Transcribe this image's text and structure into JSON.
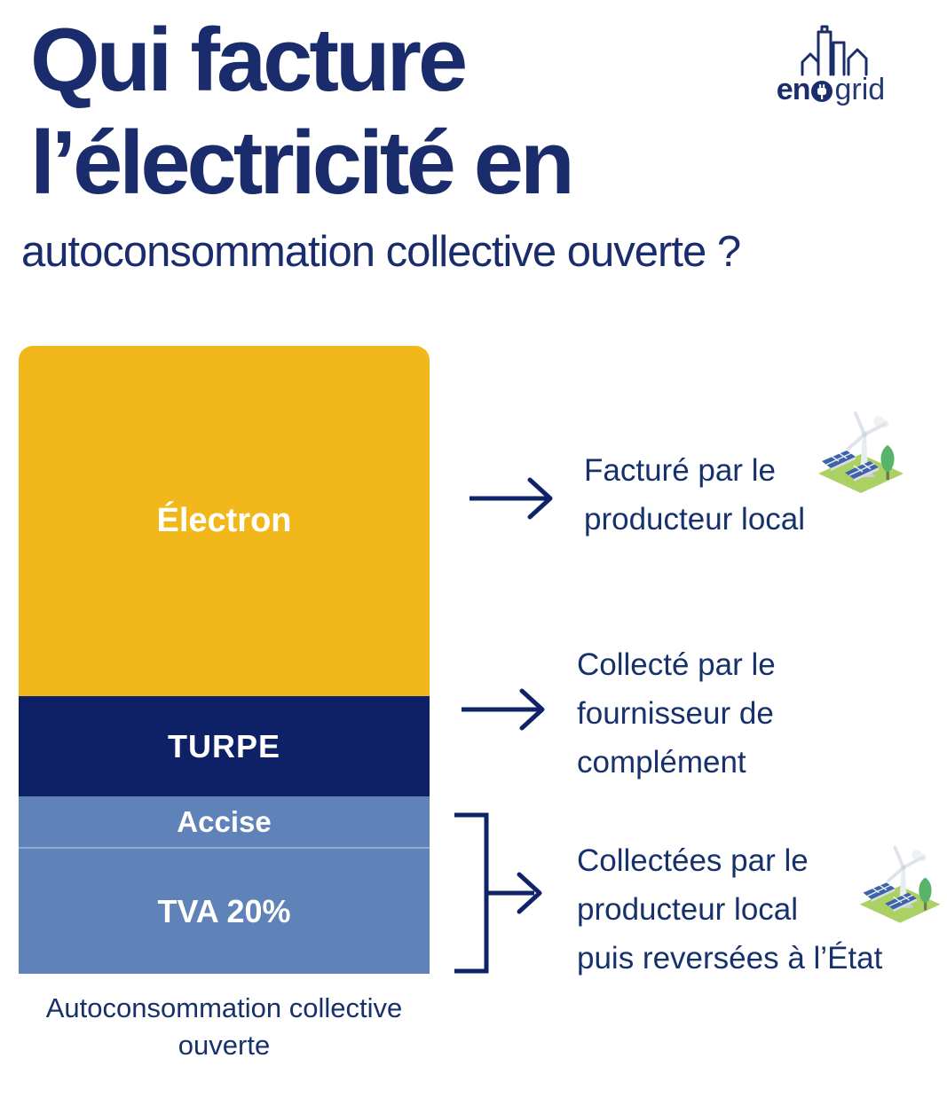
{
  "header": {
    "title_line1": "Qui facture",
    "title_line2": "l’électricité en",
    "subtitle": "autoconsommation collective ouverte ?"
  },
  "logo": {
    "brand": "enogrid",
    "brand_prefix": "en",
    "brand_o": "o",
    "brand_suffix": "grid"
  },
  "chart_data": {
    "type": "bar",
    "stacked": true,
    "orientation": "vertical",
    "categories": [
      "Autoconsommation collective ouverte"
    ],
    "series": [
      {
        "name": "Électron",
        "approx_share_pct": 56,
        "color": "#f2b71a"
      },
      {
        "name": "TURPE",
        "approx_share_pct": 16,
        "color": "#0e2166"
      },
      {
        "name": "Accise",
        "approx_share_pct": 8,
        "color": "#5f82b8"
      },
      {
        "name": "TVA 20%",
        "approx_share_pct": 20,
        "color": "#5f82b8"
      }
    ],
    "title": "Qui facture l’électricité en autoconsommation collective ouverte ?",
    "xlabel": "",
    "ylabel": "",
    "legend": "none",
    "grid": false
  },
  "bar": {
    "segments": {
      "electron": "Électron",
      "turpe": "TURPE",
      "accise": "Accise",
      "tva": "TVA 20%"
    },
    "caption": "Autoconsommation collective ouverte"
  },
  "annotations": {
    "electron": {
      "lines": [
        "Facturé par le",
        "producteur local"
      ],
      "icon": "solar-wind-farm-icon"
    },
    "turpe": {
      "lines": [
        "Collecté par le",
        "fournisseur de",
        "complément"
      ]
    },
    "taxes": {
      "lines": [
        "Collectées par le",
        "producteur local",
        "puis reversées à l’État"
      ],
      "icon": "solar-wind-farm-icon",
      "applies_to": [
        "Accise",
        "TVA 20%"
      ]
    }
  },
  "colors": {
    "title_navy": "#1a2c6c",
    "body_navy": "#16316b",
    "segment_yellow": "#f2b71a",
    "segment_dark_navy": "#0e2166",
    "segment_light_blue": "#5f82b8",
    "arrow_navy": "#0f2368",
    "icon_green": "#abd164",
    "icon_tree_green": "#58b36b",
    "icon_panel_blue": "#3f63ab"
  }
}
